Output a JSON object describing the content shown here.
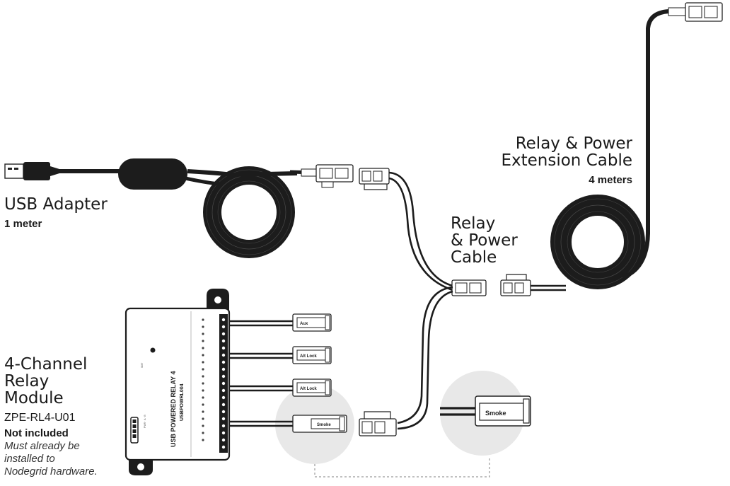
{
  "labels": {
    "usb_adapter": {
      "title": "USB Adapter",
      "length": "1 meter"
    },
    "extension_cable": {
      "title_lines": [
        "Relay & Power",
        "Extension Cable"
      ],
      "length": "4 meters"
    },
    "relay_power_cable": {
      "title_lines": [
        "Relay",
        "& Power",
        "Cable"
      ]
    },
    "relay_module": {
      "title_lines": [
        "4-Channel",
        "Relay",
        "Module"
      ],
      "model": "ZPE-RL4-U01",
      "status": "Not included",
      "note_lines": [
        "Must already be",
        "installed to",
        "Nodegrid hardware."
      ]
    }
  },
  "device": {
    "name_line1": "USB  POWERED RELAY 4",
    "name_line2": "USBPOWRL004"
  },
  "connector_tags": [
    "Aux",
    "Alt Lock",
    "Alt Lock",
    "Smoke"
  ],
  "zoom_tag": "Smoke"
}
